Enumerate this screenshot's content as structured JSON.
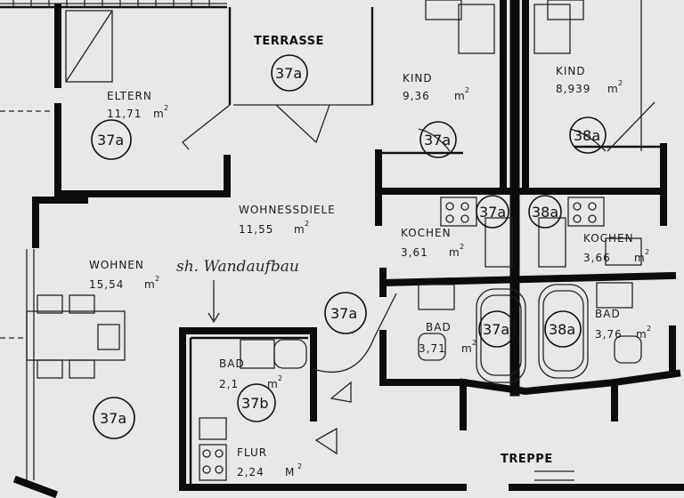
{
  "rooms": {
    "terrasse": "TERRASSE",
    "eltern": {
      "name": "ELTERN",
      "area": "11,71",
      "unit": "m"
    },
    "kind_left": {
      "name": "KIND",
      "area": "9,36",
      "unit": "m"
    },
    "kind_right": {
      "name": "KIND",
      "area": "8,939",
      "unit": "m"
    },
    "wohnessdiele": {
      "name": "WOHNESSDIELE",
      "area": "11,55",
      "unit": "m"
    },
    "wohnen": {
      "name": "WOHNEN",
      "area": "15,54",
      "unit": "m"
    },
    "kochen_left": {
      "name": "KOCHEN",
      "area": "3,61",
      "unit": "m"
    },
    "kochen_right": {
      "name": "KOCHEN",
      "area": "3,66",
      "unit": "m"
    },
    "bad_left": {
      "name": "BAD",
      "area": "3,71",
      "unit": "m"
    },
    "bad_right": {
      "name": "BAD",
      "area": "3,76",
      "unit": "m"
    },
    "bad_small": {
      "name": "BAD",
      "area": "2,1",
      "unit": "m"
    },
    "flur": {
      "name": "FLUR",
      "area": "2,24",
      "unit": "M"
    },
    "treppe": "TREPPE"
  },
  "superscript": "2",
  "annotation": "sh. Wandaufbau",
  "tags": {
    "t37a": "37a",
    "t38a": "38a",
    "t37b": "37b"
  }
}
